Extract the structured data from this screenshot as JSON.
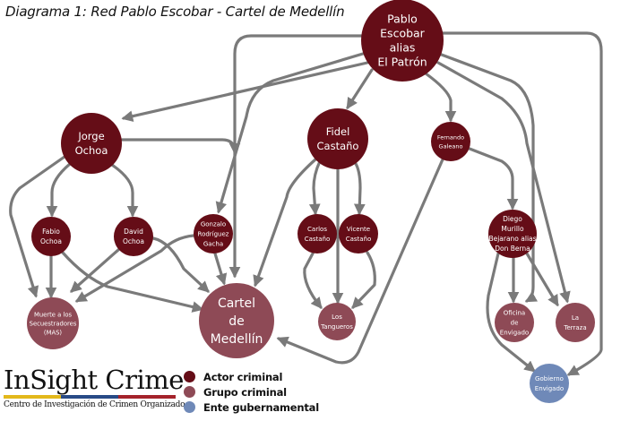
{
  "title": "Diagrama 1: Red Pablo Escobar - Cartel de Medellín",
  "colors": {
    "actor": "#650d17",
    "grupo": "#8e4a56",
    "ente": "#6f89b8",
    "edge": "#7a7a7a",
    "logo_bar": [
      "#e3b81b",
      "#284a86",
      "#a4232b"
    ]
  },
  "legend": [
    {
      "type": "actor",
      "label": "Actor criminal"
    },
    {
      "type": "grupo",
      "label": "Grupo criminal"
    },
    {
      "type": "ente",
      "label": "Ente gubernamental"
    }
  ],
  "logo": {
    "name": "InSight Crime",
    "subtitle": "Centro de Investigación de Crimen Organizado"
  },
  "nodes": [
    {
      "id": "pablo",
      "type": "actor",
      "lines": [
        "Pablo",
        "Escobar",
        "alias",
        "El Patrón"
      ]
    },
    {
      "id": "jorge",
      "type": "actor",
      "lines": [
        "Jorge",
        "Ochoa"
      ]
    },
    {
      "id": "fidel",
      "type": "actor",
      "lines": [
        "Fidel",
        "Castaño"
      ]
    },
    {
      "id": "fernando",
      "type": "actor",
      "lines": [
        "Fernando",
        "Galeano"
      ]
    },
    {
      "id": "fabio",
      "type": "actor",
      "lines": [
        "Fabio",
        "Ochoa"
      ]
    },
    {
      "id": "david",
      "type": "actor",
      "lines": [
        "David",
        "Ochoa"
      ]
    },
    {
      "id": "gonzalo",
      "type": "actor",
      "lines": [
        "Gonzalo",
        "Rodríguez",
        "Gacha"
      ]
    },
    {
      "id": "carlos",
      "type": "actor",
      "lines": [
        "Carlos",
        "Castaño"
      ]
    },
    {
      "id": "vicente",
      "type": "actor",
      "lines": [
        "Vicente",
        "Castaño"
      ]
    },
    {
      "id": "diego",
      "type": "actor",
      "lines": [
        "Diego",
        "Murillo",
        "Bejarano alias",
        "Don Berna"
      ]
    },
    {
      "id": "mas",
      "type": "grupo",
      "lines": [
        "Muerte a los",
        "Secuestradores",
        "(MAS)"
      ]
    },
    {
      "id": "cartel",
      "type": "grupo",
      "lines": [
        "Cartel",
        "de",
        "Medellín"
      ]
    },
    {
      "id": "tangueros",
      "type": "grupo",
      "lines": [
        "Los",
        "Tangueros"
      ]
    },
    {
      "id": "oficina",
      "type": "grupo",
      "lines": [
        "Oficina",
        "de",
        "Envigado"
      ]
    },
    {
      "id": "terraza",
      "type": "grupo",
      "lines": [
        "La",
        "Terraza"
      ]
    },
    {
      "id": "gobierno",
      "type": "ente",
      "lines": [
        "Gobierno",
        "Envigado"
      ]
    }
  ],
  "edges": [
    {
      "from": "pablo",
      "to": "jorge"
    },
    {
      "from": "pablo",
      "to": "cartel"
    },
    {
      "from": "pablo",
      "to": "gonzalo"
    },
    {
      "from": "pablo",
      "to": "fidel"
    },
    {
      "from": "pablo",
      "to": "fernando"
    },
    {
      "from": "pablo",
      "to": "oficina"
    },
    {
      "from": "pablo",
      "to": "terraza"
    },
    {
      "from": "pablo",
      "to": "gobierno"
    },
    {
      "from": "jorge",
      "to": "fabio"
    },
    {
      "from": "jorge",
      "to": "david"
    },
    {
      "from": "jorge",
      "to": "mas"
    },
    {
      "from": "jorge",
      "to": "cartel"
    },
    {
      "from": "fabio",
      "to": "mas"
    },
    {
      "from": "fabio",
      "to": "cartel"
    },
    {
      "from": "david",
      "to": "mas"
    },
    {
      "from": "david",
      "to": "cartel"
    },
    {
      "from": "gonzalo",
      "to": "mas"
    },
    {
      "from": "gonzalo",
      "to": "cartel"
    },
    {
      "from": "fidel",
      "to": "carlos"
    },
    {
      "from": "fidel",
      "to": "vicente"
    },
    {
      "from": "fidel",
      "to": "tangueros"
    },
    {
      "from": "fidel",
      "to": "cartel"
    },
    {
      "from": "carlos",
      "to": "tangueros"
    },
    {
      "from": "vicente",
      "to": "tangueros"
    },
    {
      "from": "fernando",
      "to": "diego"
    },
    {
      "from": "fernando",
      "to": "cartel"
    },
    {
      "from": "diego",
      "to": "oficina"
    },
    {
      "from": "diego",
      "to": "terraza"
    },
    {
      "from": "diego",
      "to": "gobierno"
    }
  ]
}
